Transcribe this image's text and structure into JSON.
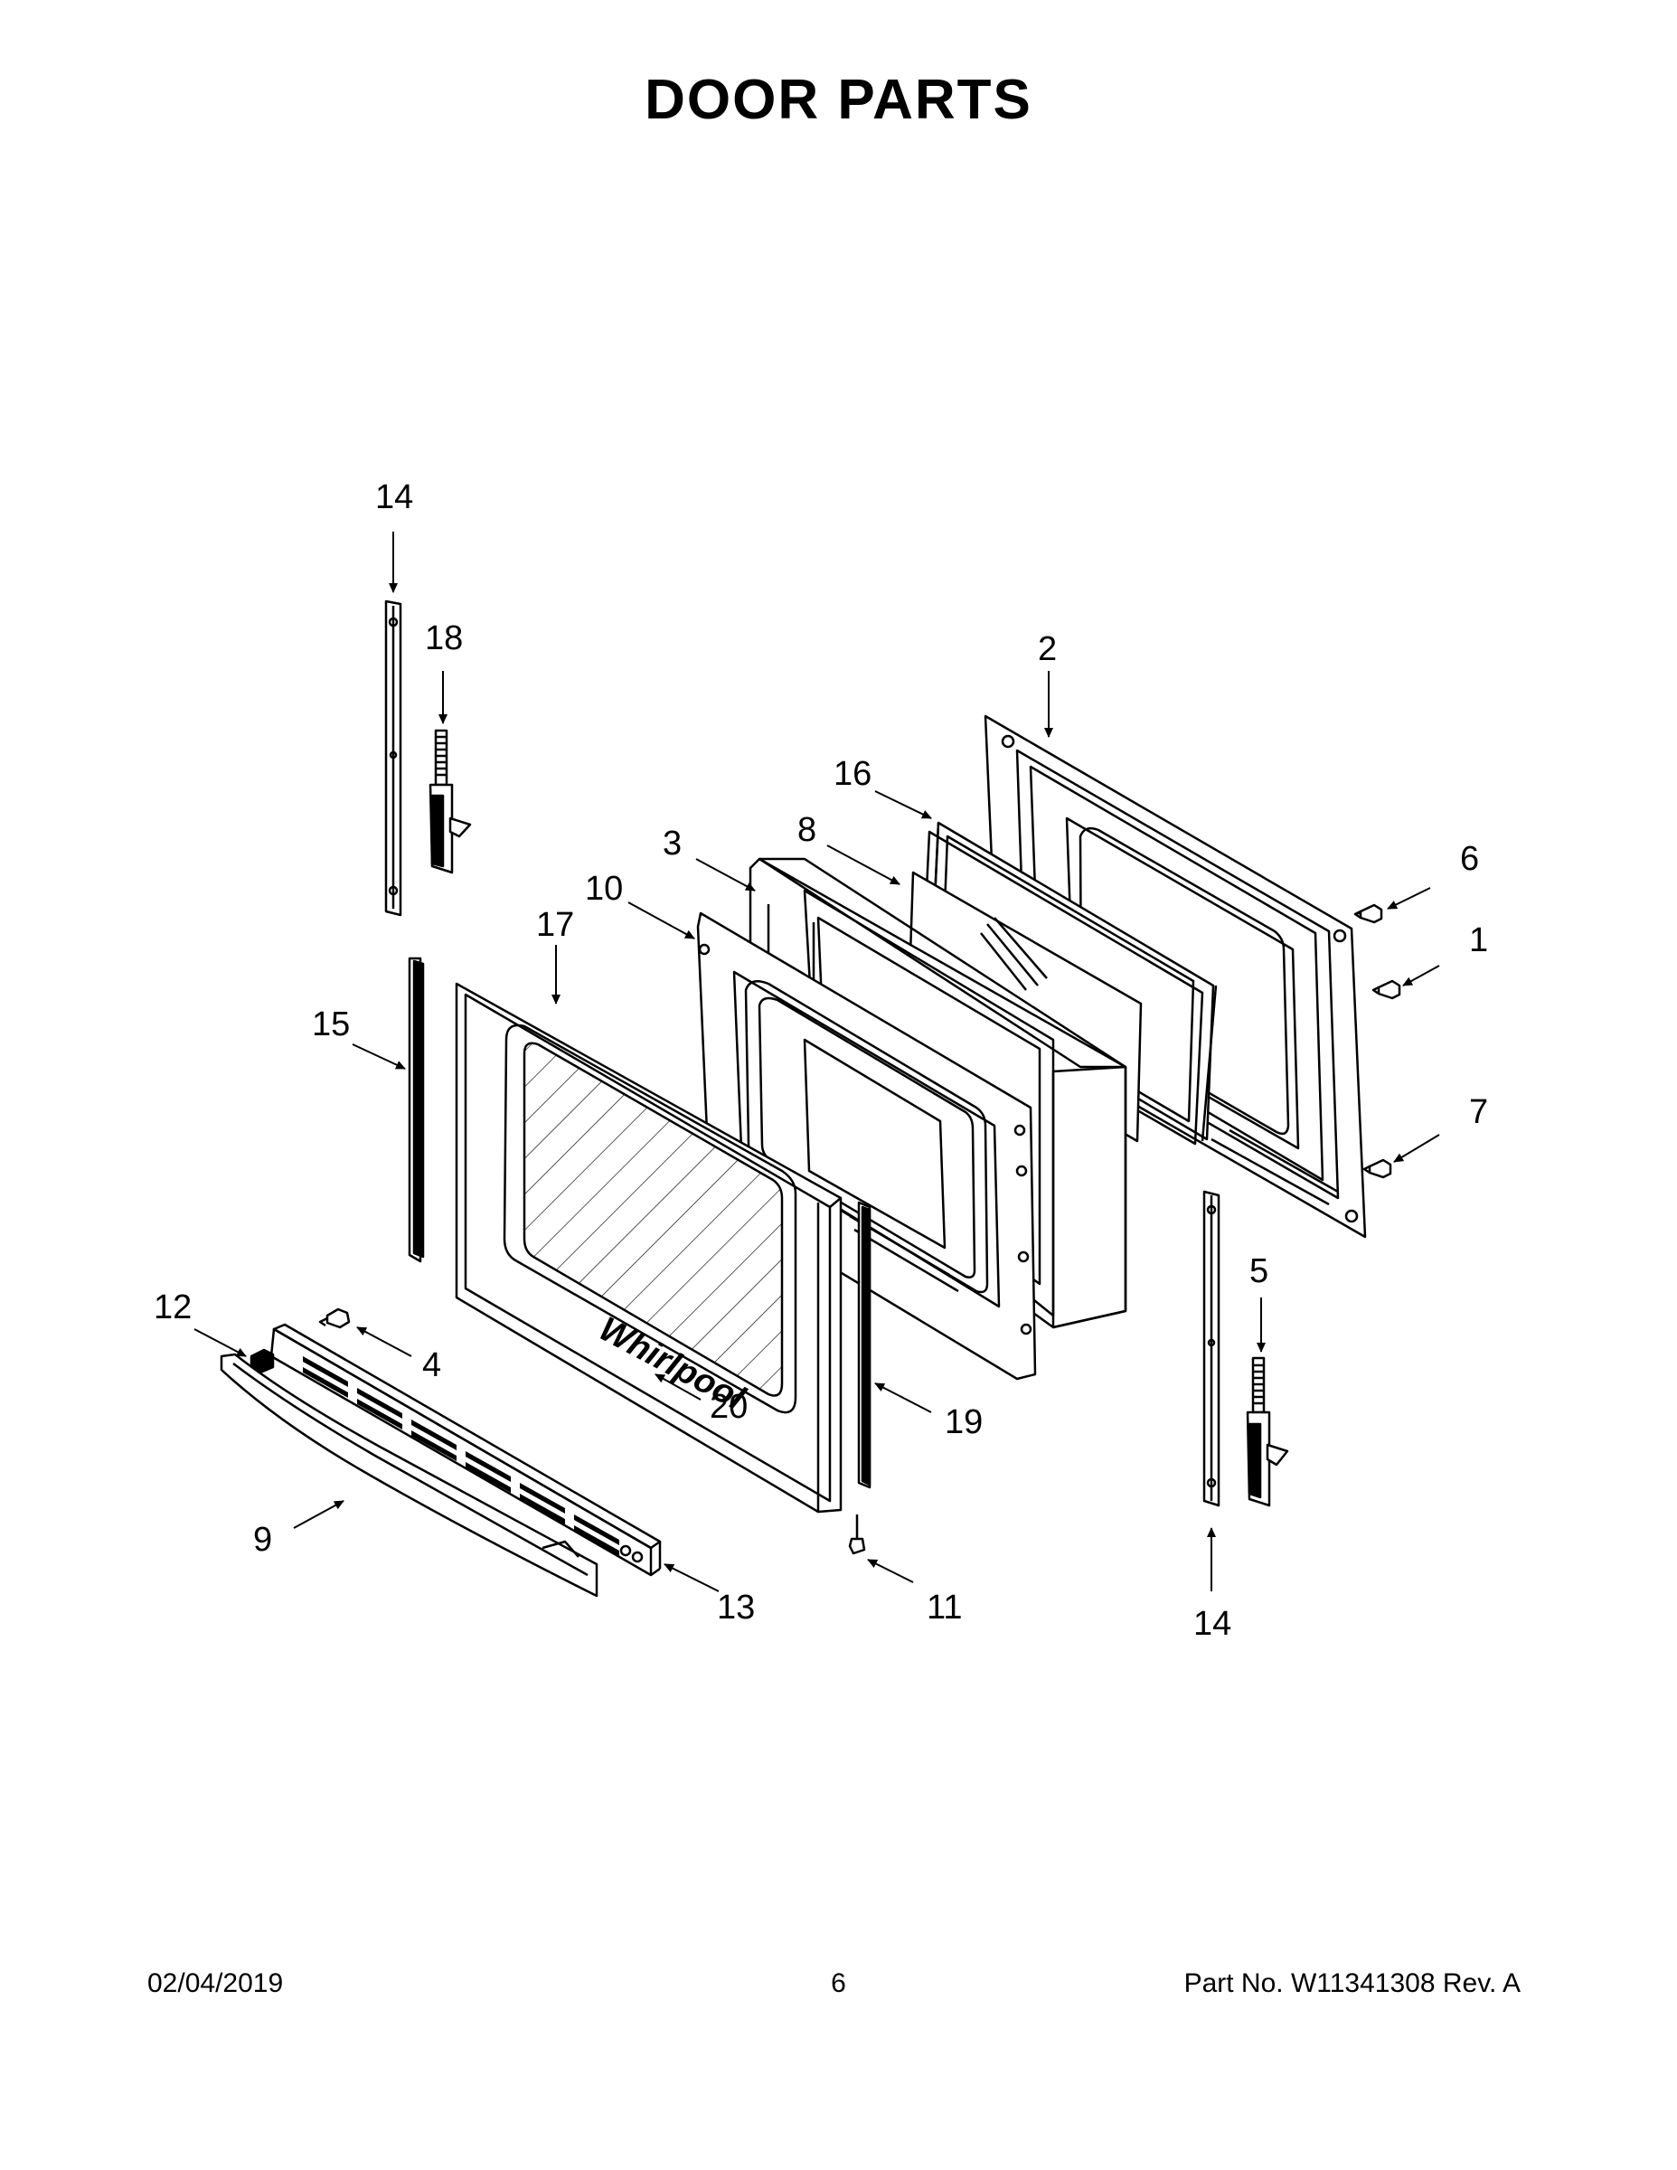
{
  "page": {
    "title": "DOOR PARTS",
    "footer": {
      "date": "02/04/2019",
      "page_number": "6",
      "part_number": "Part No.  W11341308  Rev.  A"
    }
  },
  "callouts": {
    "c1": "1",
    "c2": "2",
    "c3": "3",
    "c4": "4",
    "c5": "5",
    "c6": "6",
    "c7": "7",
    "c8": "8",
    "c9": "9",
    "c10": "10",
    "c11": "11",
    "c12": "12",
    "c13": "13",
    "c14_top": "14",
    "c14_bottom": "14",
    "c15": "15",
    "c16": "16",
    "c17": "17",
    "c18": "18",
    "c19": "19",
    "c20": "20"
  },
  "logo_text": "Whirlpool"
}
